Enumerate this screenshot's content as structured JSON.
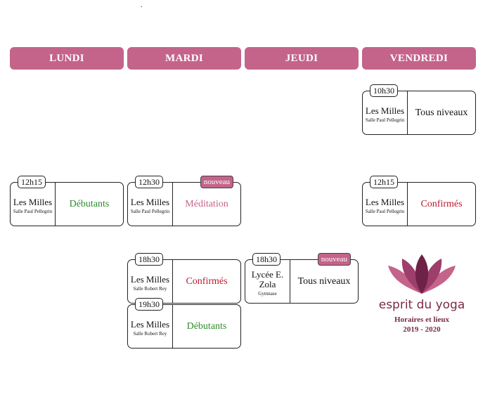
{
  "stray_mark": ".",
  "days": [
    "LUNDI",
    "MARDI",
    "JEUDI",
    "VENDREDI"
  ],
  "cards": {
    "fri_1030": {
      "time": "10h30",
      "town": "Les Milles",
      "room": "Salle Paul Pellegrin",
      "level": "Tous niveaux"
    },
    "mon_1215": {
      "time": "12h15",
      "town": "Les Milles",
      "room": "Salle Paul Pellegrin",
      "level": "Débutants"
    },
    "tue_1230": {
      "time": "12h30",
      "town": "Les Milles",
      "room": "Salle Paul Pellegrin",
      "level": "Méditation",
      "badge": "nouveau"
    },
    "fri_1215": {
      "time": "12h15",
      "town": "Les Milles",
      "room": "Salle Paul Pellegrin",
      "level": "Confirmés"
    },
    "tue_1830": {
      "time": "18h30",
      "town": "Les Milles",
      "room": "Salle Robert Rey",
      "level": "Confirmés"
    },
    "thu_1830": {
      "time": "18h30",
      "town": "Lycée E. Zola",
      "room": "Gymnase",
      "level": "Tous niveaux",
      "badge": "nouveau"
    },
    "tue_1930": {
      "time": "19h30",
      "town": "Les Milles",
      "room": "Salle Robert Rey",
      "level": "Débutants"
    }
  },
  "colors": {
    "accent": "#c4648a",
    "green": "#2e8a2e",
    "red": "#c0172b",
    "brand": "#7a2a4a"
  },
  "logo": {
    "icon": "lotus-icon",
    "brand": "esprit du yoga",
    "subtitle_1": "Horaires et lieux",
    "subtitle_2": "2019 - 2020"
  }
}
